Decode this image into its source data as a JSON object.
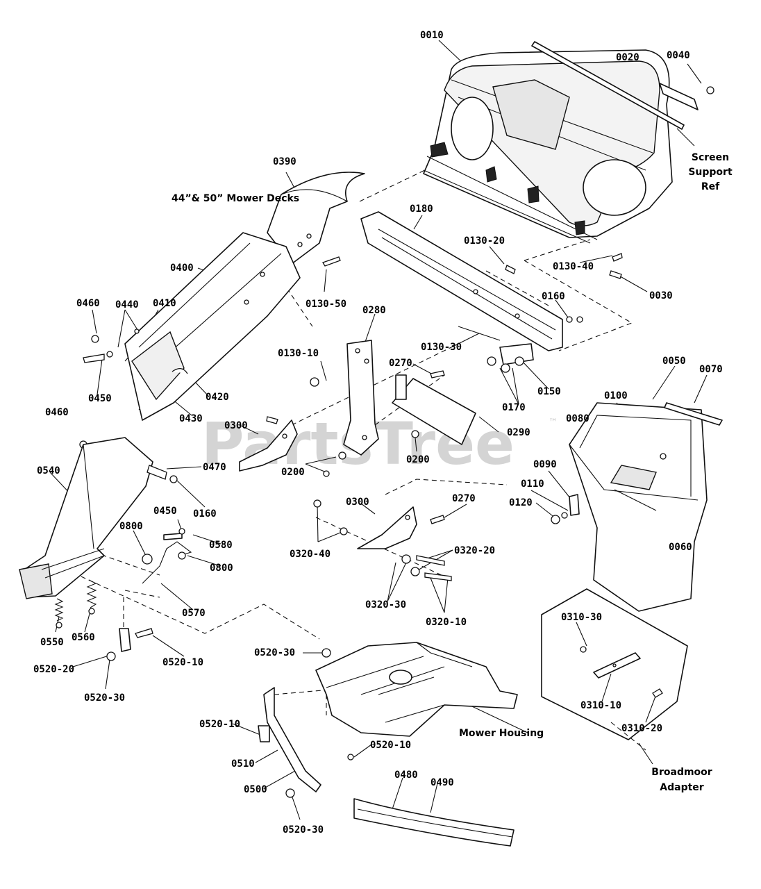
{
  "watermark": {
    "text": "PartsTree",
    "trademark": "™"
  },
  "annotations": [
    {
      "key": "screen_support",
      "lines": [
        "Screen",
        "Support",
        "Ref"
      ]
    },
    {
      "key": "mower_decks",
      "lines": [
        "44”& 50” Mower Decks"
      ]
    },
    {
      "key": "mower_housing",
      "lines": [
        "Mower Housing"
      ]
    },
    {
      "key": "broadmoor_adapter",
      "lines": [
        "Broadmoor",
        "Adapter"
      ]
    }
  ],
  "part_labels": [
    "0010",
    "0020",
    "0040",
    "0390",
    "0180",
    "0130-20",
    "0130-40",
    "0030",
    "0400",
    "0130-50",
    "0460",
    "0440",
    "0410",
    "0160",
    "0280",
    "0130-10",
    "0130-30",
    "0270",
    "0450",
    "0420",
    "0430",
    "0150",
    "0170",
    "0050",
    "0070",
    "0100",
    "0300",
    "0290",
    "0080",
    "0200",
    "0540",
    "0470",
    "0090",
    "0110",
    "0120",
    "0800",
    "0580",
    "0320-40",
    "0320-20",
    "0060",
    "0570",
    "0320-30",
    "0320-10",
    "0310-30",
    "0550",
    "0560",
    "0520-20",
    "0520-10",
    "0520-30",
    "0310-10",
    "0310-20",
    "0510",
    "0500",
    "0480",
    "0490"
  ]
}
